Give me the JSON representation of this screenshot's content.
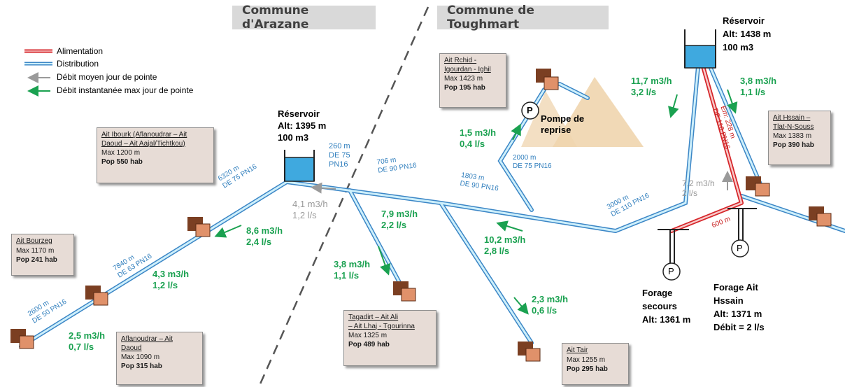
{
  "communes": {
    "left": "Commune d'Arazane",
    "right": "Commune de Toughmart"
  },
  "legend": {
    "alimentation": "Alimentation",
    "distribution": "Distribution",
    "debit_moyen": "Débit moyen jour de pointe",
    "debit_inst": "Débit instantanée max jour de pointe"
  },
  "reservoirs": {
    "left": {
      "name": "Réservoir",
      "alt": "Alt: 1395 m",
      "cap": "100 m3"
    },
    "right": {
      "name": "Réservoir",
      "alt": "Alt: 1438 m",
      "cap": "100 m3"
    }
  },
  "villages": {
    "ait_ibourk": {
      "name1": "Ait Ibourk (Aflanoudrar – Ait",
      "name2": "Daoud – Ait Aajal/Tichtkou)",
      "max": "Max 1200 m",
      "pop": "Pop 550 hab"
    },
    "ait_bourzeg": {
      "name1": "Ait Bourzeg",
      "max": "Max 1170 m",
      "pop": "Pop 241 hab"
    },
    "aflanoudrar": {
      "name1": "Aflanoudrar – Ait",
      "name2": "Daoud",
      "max": "Max 1090 m",
      "pop": "Pop 315 hab"
    },
    "tagadirt": {
      "name1": "Tagadirt – Ait Ali",
      "name2": "– Ait Lhaj - Tgourinna",
      "max": "Max 1325 m",
      "pop": "Pop 489 hab"
    },
    "ait_tair": {
      "name1": "Ait Tair",
      "max": "Max 1255 m",
      "pop": "Pop 295 hab"
    },
    "ait_rchid": {
      "name1": "Ait Rchid -",
      "name2": "Igourdan - Ighil",
      "max": "Max 1423 m",
      "pop": "Pop 195 hab"
    },
    "ait_hssain": {
      "name1": "Ait Hssain –",
      "name2": "Tlat-N-Souss",
      "max": "Max 1383 m",
      "pop": "Pop 390 hab"
    }
  },
  "pipes": {
    "p6320a": "6320 m",
    "p6320b": "DE 75 PN16",
    "p7840a": "7840 m",
    "p7840b": "DE 63 PN16",
    "p2600a": "2600 m",
    "p2600b": "DE 50 PN16",
    "p260a": "260 m",
    "p260b": "DE 75",
    "p260c": "PN16",
    "p706a": "706 m",
    "p706b": "DE 90 PN16",
    "p1803a": "1803 m",
    "p1803b": "DE 90 PN16",
    "p2000a": "2000 m",
    "p2000b": "DE 75 PN16",
    "p3000a": "3000 m",
    "p3000b": "DE 110 PN16",
    "em1": "Em: 228 m",
    "em2": "DE 110 PN16",
    "p600": "600 m"
  },
  "flows": {
    "f86a": "8,6 m3/h",
    "f86b": "2,4 l/s",
    "f43a": "4,3 m3/h",
    "f43b": "1,2 l/s",
    "f25a": "2,5 m3/h",
    "f25b": "0,7 l/s",
    "f41a": "4,1 m3/h",
    "f41b": "1,2 l/s",
    "f79a": "7,9 m3/h",
    "f79b": "2,2 l/s",
    "f38a": "3,8 m3/h",
    "f38b": "1,1 l/s",
    "f102a": "10,2 m3/h",
    "f102b": "2,8 l/s",
    "f23a": "2,3 m3/h",
    "f23b": "0,6 l/s",
    "f15a": "1,5 m3/h",
    "f15b": "0,4 l/s",
    "f117a": "11,7 m3/h",
    "f117b": "3,2 l/s",
    "f38ra": "3,8 m3/h",
    "f38rb": "1,1 l/s",
    "f72a": "7,2 m3/h",
    "f72b": "2 l/s"
  },
  "pompe": {
    "label1": "Pompe de",
    "label2": "reprise",
    "symbol": "P"
  },
  "forages": {
    "secours": {
      "l1": "Forage",
      "l2": "secours",
      "alt": "Alt: 1361 m",
      "symbol": "P"
    },
    "hssain": {
      "l1": "Forage Ait",
      "l2": "Hssain",
      "alt": "Alt: 1371 m",
      "debit": "Débit = 2 l/s",
      "symbol": "P"
    }
  },
  "colors": {
    "alimentation": "#d6262a",
    "distribution": "#9bd4ee",
    "pipe_border": "#3b86c6",
    "flow_green": "#1aa150",
    "flow_grey": "#9a9a9a",
    "reservoir_water": "#3fa9df"
  }
}
